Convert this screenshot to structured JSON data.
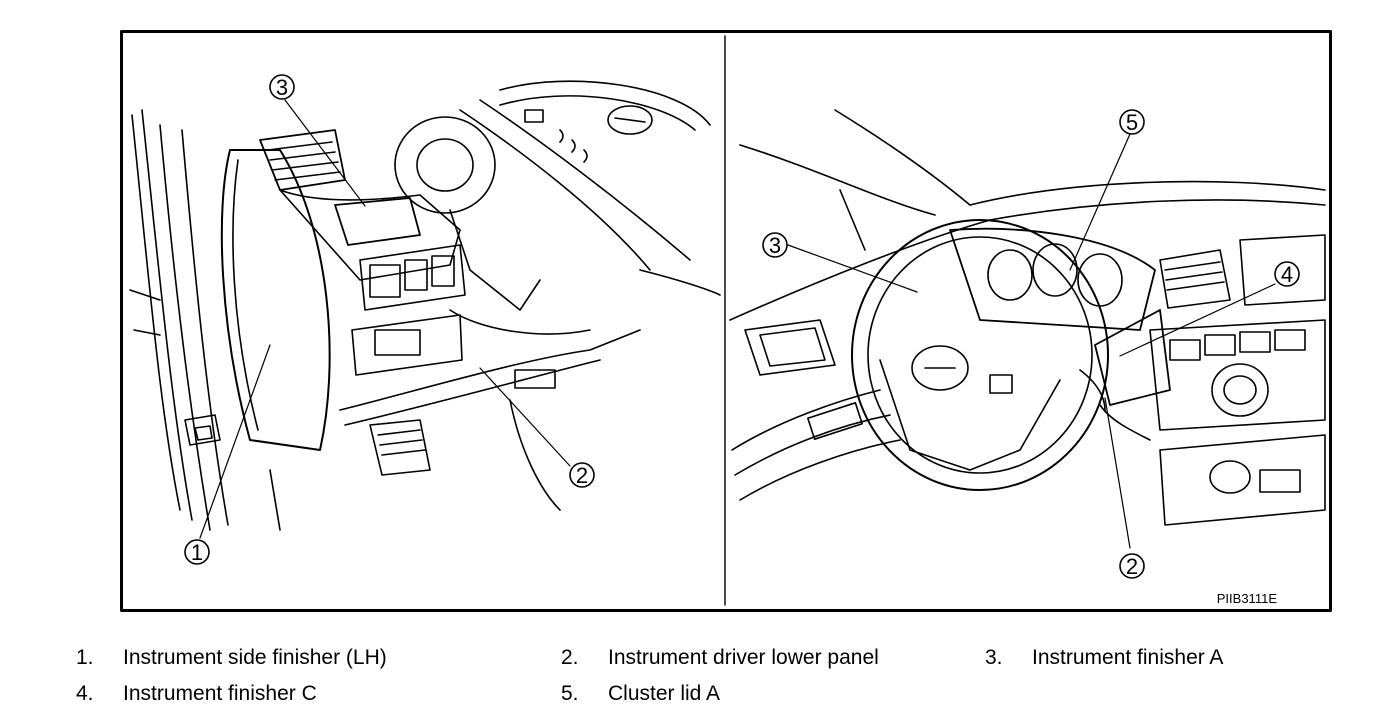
{
  "figure_code": "PIIB3111E",
  "callouts": {
    "left": [
      "3",
      "1",
      "2"
    ],
    "right": [
      "5",
      "3",
      "4",
      "2"
    ]
  },
  "legend": [
    {
      "number": "1.",
      "label": "Instrument side finisher (LH)"
    },
    {
      "number": "2.",
      "label": "Instrument driver lower panel"
    },
    {
      "number": "3.",
      "label": "Instrument finisher A"
    },
    {
      "number": "4.",
      "label": "Instrument finisher C"
    },
    {
      "number": "5.",
      "label": "Cluster lid A"
    }
  ]
}
